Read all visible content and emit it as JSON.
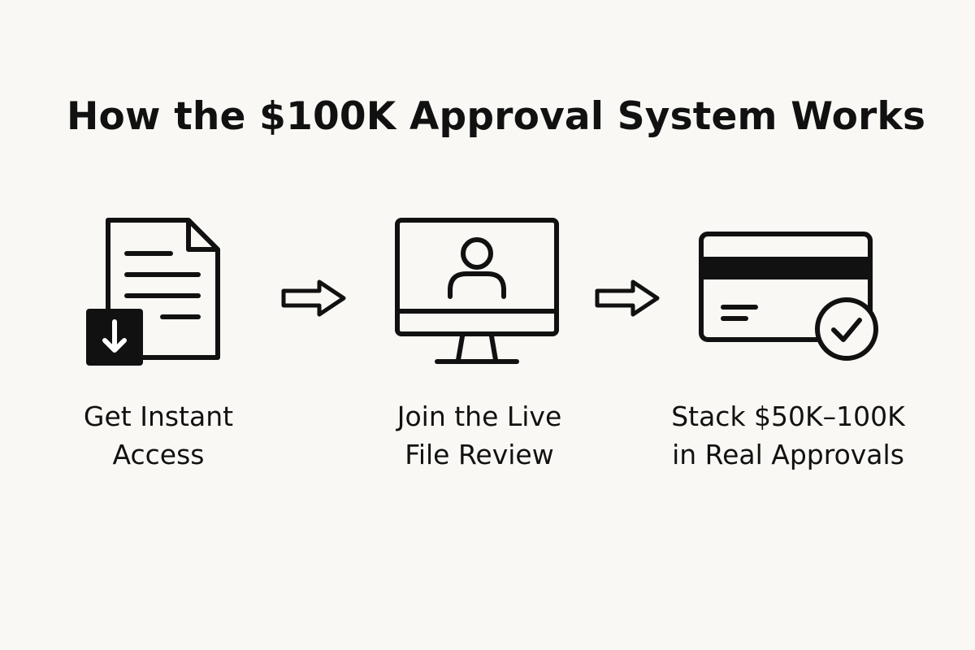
{
  "title": "How the $100K Approval System Works",
  "colors": {
    "background": "#f9f8f4",
    "ink": "#111111"
  },
  "steps": [
    {
      "icon": "document-download-icon",
      "label_lines": [
        "Get Instant",
        "Access"
      ]
    },
    {
      "icon": "monitor-user-icon",
      "label_lines": [
        "Join the Live",
        "File Review"
      ]
    },
    {
      "icon": "credit-card-check-icon",
      "label_lines": [
        "Stack $50K–100K",
        "in Real Approvals"
      ]
    }
  ],
  "connectors": [
    "arrow-right-icon",
    "arrow-right-icon"
  ]
}
